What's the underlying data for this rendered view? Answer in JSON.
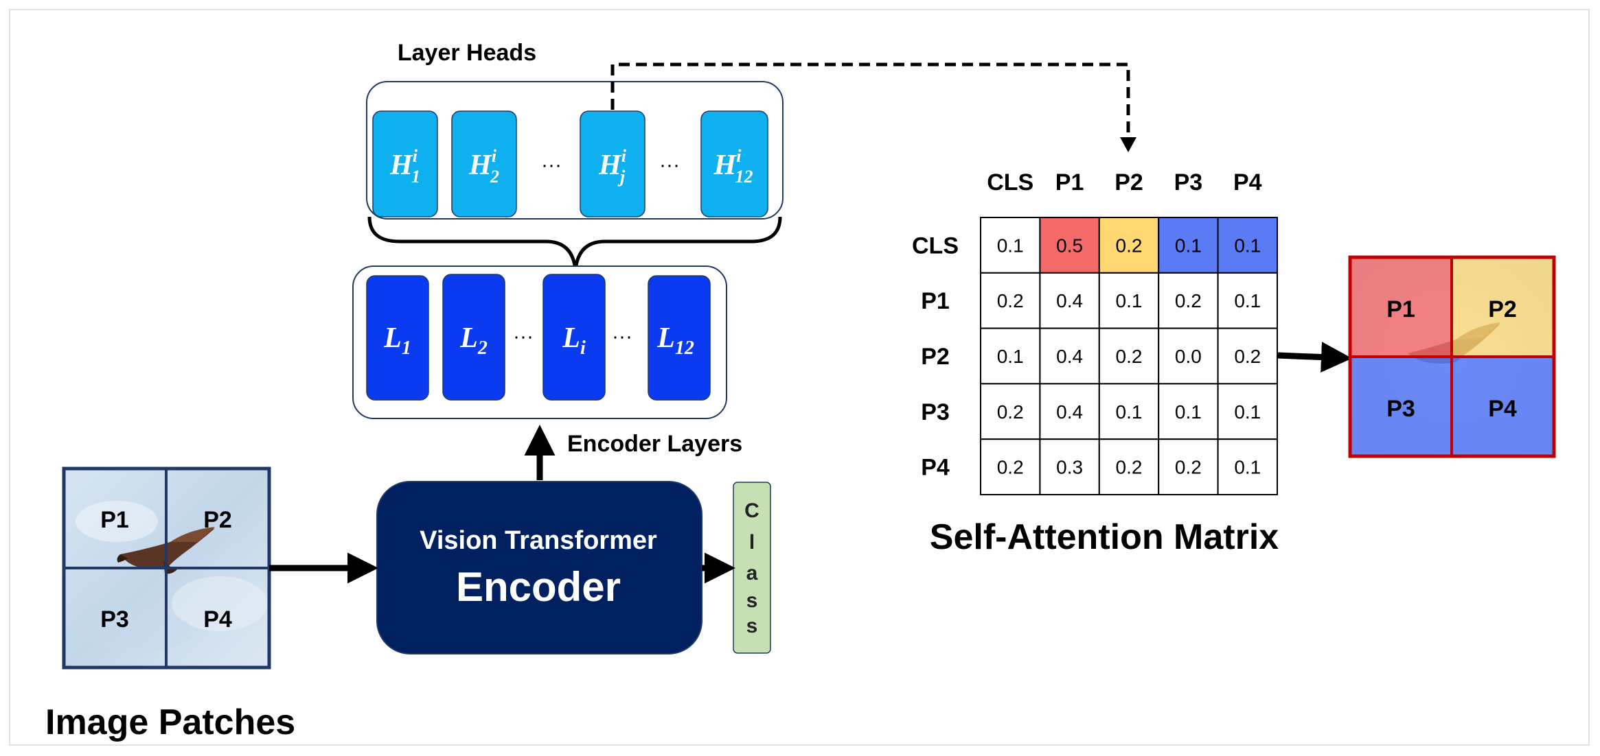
{
  "colors": {
    "head_fill": "#0EB0F0",
    "layer_fill": "#0B3BF0",
    "encoder_fill": "#002060",
    "class_fill": "#C6E0B4",
    "cell_red": "#F46A6A",
    "cell_yellow": "#FFD874",
    "cell_blue": "#5B7BF5",
    "patch_border": "#1F3864",
    "overlay_border": "#C00000"
  },
  "labels": {
    "layer_heads": "Layer Heads",
    "encoder_layers": "Encoder Layers",
    "image_patches": "Image Patches",
    "self_attention_matrix": "Self-Attention Matrix",
    "encoder_title_line1": "Vision Transformer",
    "encoder_title_line2": "Encoder",
    "class_letters": [
      "C",
      "l",
      "a",
      "s",
      "s"
    ],
    "ellipsis": "···"
  },
  "heads": [
    {
      "base": "H",
      "sup": "i",
      "sub": "1"
    },
    {
      "base": "H",
      "sup": "i",
      "sub": "2"
    },
    {
      "base": "H",
      "sup": "i",
      "sub": "j"
    },
    {
      "base": "H",
      "sup": "i",
      "sub": "12"
    }
  ],
  "layers": [
    {
      "base": "L",
      "sub": "1"
    },
    {
      "base": "L",
      "sub": "2"
    },
    {
      "base": "L",
      "sub": "i"
    },
    {
      "base": "L",
      "sub": "12"
    }
  ],
  "patches": [
    "P1",
    "P2",
    "P3",
    "P4"
  ],
  "matrix": {
    "column_headers": [
      "CLS",
      "P1",
      "P2",
      "P3",
      "P4"
    ],
    "row_headers": [
      "CLS",
      "P1",
      "P2",
      "P3",
      "P4"
    ],
    "rows": [
      [
        "0.1",
        "0.5",
        "0.2",
        "0.1",
        "0.1"
      ],
      [
        "0.2",
        "0.4",
        "0.1",
        "0.2",
        "0.1"
      ],
      [
        "0.1",
        "0.4",
        "0.2",
        "0.0",
        "0.2"
      ],
      [
        "0.2",
        "0.4",
        "0.1",
        "0.1",
        "0.1"
      ],
      [
        "0.2",
        "0.3",
        "0.2",
        "0.2",
        "0.1"
      ]
    ],
    "first_row_highlight": [
      "none",
      "red",
      "yellow",
      "blue",
      "blue"
    ]
  },
  "overlay": {
    "patches": [
      "P1",
      "P2",
      "P3",
      "P4"
    ],
    "tints": [
      "red",
      "yellow",
      "blue",
      "blue"
    ]
  }
}
